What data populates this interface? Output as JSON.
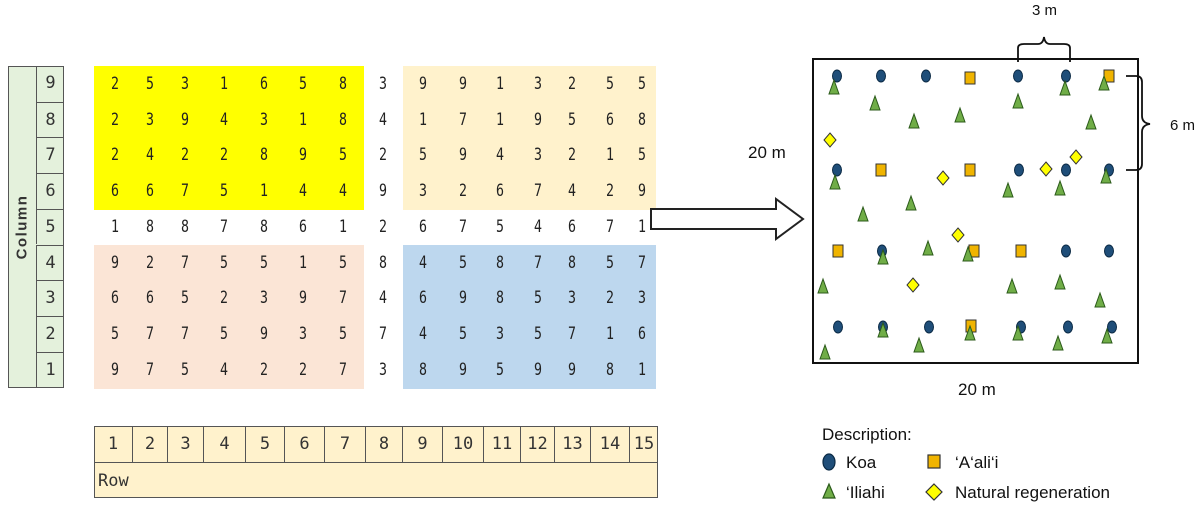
{
  "figure_labels": {
    "column_label": "Column",
    "row_label": "Row",
    "width_label": "20 m",
    "height_label": "20 m",
    "spacing_horizontal": "3 m",
    "spacing_vertical": "6 m",
    "description_label": "Description:"
  },
  "column_numbers": [
    "9",
    "8",
    "7",
    "6",
    "5",
    "4",
    "3",
    "2",
    "1"
  ],
  "row_numbers": [
    "1",
    "2",
    "3",
    "4",
    "5",
    "6",
    "7",
    "8",
    "9",
    "10",
    "11",
    "12",
    "13",
    "14",
    "15"
  ],
  "grid_rows": [
    [
      "2",
      "5",
      "3",
      "1",
      "6",
      "5",
      "8",
      "3",
      "9",
      "9",
      "1",
      "3",
      "2",
      "5",
      "5"
    ],
    [
      "2",
      "3",
      "9",
      "4",
      "3",
      "1",
      "8",
      "4",
      "1",
      "7",
      "1",
      "9",
      "5",
      "6",
      "8"
    ],
    [
      "2",
      "4",
      "2",
      "2",
      "8",
      "9",
      "5",
      "2",
      "5",
      "9",
      "4",
      "3",
      "2",
      "1",
      "5"
    ],
    [
      "6",
      "6",
      "7",
      "5",
      "1",
      "4",
      "4",
      "9",
      "3",
      "2",
      "6",
      "7",
      "4",
      "2",
      "9"
    ],
    [
      "1",
      "8",
      "8",
      "7",
      "8",
      "6",
      "1",
      "2",
      "6",
      "7",
      "5",
      "4",
      "6",
      "7",
      "1"
    ],
    [
      "9",
      "2",
      "7",
      "5",
      "5",
      "1",
      "5",
      "8",
      "4",
      "5",
      "8",
      "7",
      "8",
      "5",
      "7"
    ],
    [
      "6",
      "6",
      "5",
      "2",
      "3",
      "9",
      "7",
      "4",
      "6",
      "9",
      "8",
      "5",
      "3",
      "2",
      "3"
    ],
    [
      "5",
      "7",
      "7",
      "5",
      "9",
      "3",
      "5",
      "7",
      "4",
      "5",
      "3",
      "5",
      "7",
      "1",
      "6"
    ],
    [
      "9",
      "7",
      "5",
      "4",
      "2",
      "2",
      "7",
      "3",
      "8",
      "9",
      "5",
      "9",
      "9",
      "8",
      "1"
    ]
  ],
  "block_colors": {
    "top_left": "#ffff00",
    "top_right": "#fff2cc",
    "bottom_left": "#fbe5d6",
    "bottom_right": "#bdd7ee",
    "column_bar": "#e4f1dc",
    "row_bar": "#fff2cc"
  },
  "legend": [
    {
      "label": "Koa",
      "shape": "ellipse",
      "color": "#1f4e79"
    },
    {
      "label": "‘A‘ali‘i",
      "shape": "square",
      "color": "#f0b400"
    },
    {
      "label": "‘Iliahi",
      "shape": "triangle",
      "color": "#70ad47"
    },
    {
      "label": "Natural regeneration",
      "shape": "diamond",
      "color": "#ffff00"
    }
  ]
}
